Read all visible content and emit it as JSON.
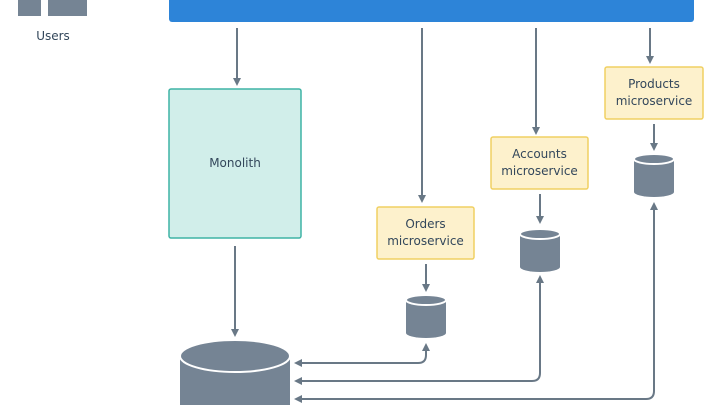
{
  "users": {
    "label": "Users",
    "icon": "users-icon"
  },
  "top_bar": {
    "color": "#2d84d8",
    "label": ""
  },
  "monolith": {
    "label": "Monolith",
    "fill": "#d1eeea",
    "stroke": "#3fb3a5"
  },
  "services": [
    {
      "label": "Orders\nmicroservice"
    },
    {
      "label": "Accounts\nmicroservice"
    },
    {
      "label": "Products\nmicroservice"
    }
  ],
  "colors": {
    "service_fill": "#fdf1cc",
    "service_stroke": "#f0d062",
    "database": "#758494",
    "arrow": "#697886",
    "text": "#33475b"
  }
}
